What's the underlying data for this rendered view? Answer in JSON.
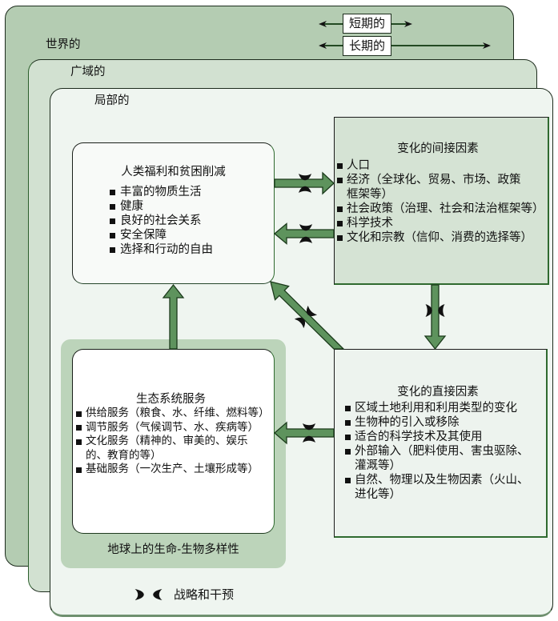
{
  "scales": {
    "global": "世界的",
    "regional": "广域的",
    "local": "局部的"
  },
  "time_horizons": {
    "short": "短期的",
    "long": "长期的"
  },
  "human_wellbeing": {
    "title": "人类福利和贫困削减",
    "items": [
      [
        "丰富的物质生活"
      ],
      [
        "健康"
      ],
      [
        "良好的社会关系"
      ],
      [
        "安全保障"
      ],
      [
        "选择和行动的自由"
      ]
    ]
  },
  "indirect_drivers": {
    "title": "变化的间接因素",
    "items": [
      [
        "人口"
      ],
      [
        "经济（全球化、贸易、市场、政策",
        "框架等）"
      ],
      [
        "社会政策（治理、社会和法治框架等）"
      ],
      [
        "科学技术"
      ],
      [
        "文化和宗教（信仰、消费的选择等）"
      ]
    ]
  },
  "direct_drivers": {
    "title": "变化的直接因素",
    "items": [
      [
        "区域土地利用和利用类型的变化"
      ],
      [
        "生物种的引入或移除"
      ],
      [
        "适合的科学技术及其使用"
      ],
      [
        "外部输入（肥料使用、害虫驱除、",
        "灌溉等）"
      ],
      [
        "自然、物理以及生物因素（火山、",
        "进化等）"
      ]
    ]
  },
  "ecosystem_services": {
    "title": "生态系统服务",
    "items": [
      [
        "供给服务（粮食、水、纤维、燃料等）"
      ],
      [
        "调节服务（气候调节、水、疾病等）"
      ],
      [
        "文化服务（精神的、审美的、娱乐",
        "的、教育的等）"
      ],
      [
        "基础服务（一次生产、土壤形成等）"
      ]
    ]
  },
  "biodiversity": {
    "label": "地球上的生命-生物多样性"
  },
  "legend": {
    "icon": "crescent-pair-icon",
    "label": "战略和干预"
  },
  "colors": {
    "frame_global": "#b4ccb2",
    "frame_regional": "#d2e1d1",
    "frame_local": "#eff5f0",
    "indirect_fill": "#d5e3d4",
    "direct_fill": "#edf3ee",
    "biodiversity_fill": "#bcd4ba",
    "arrow_fill": "#5e935d",
    "accent_border": "#2f6a2f"
  }
}
